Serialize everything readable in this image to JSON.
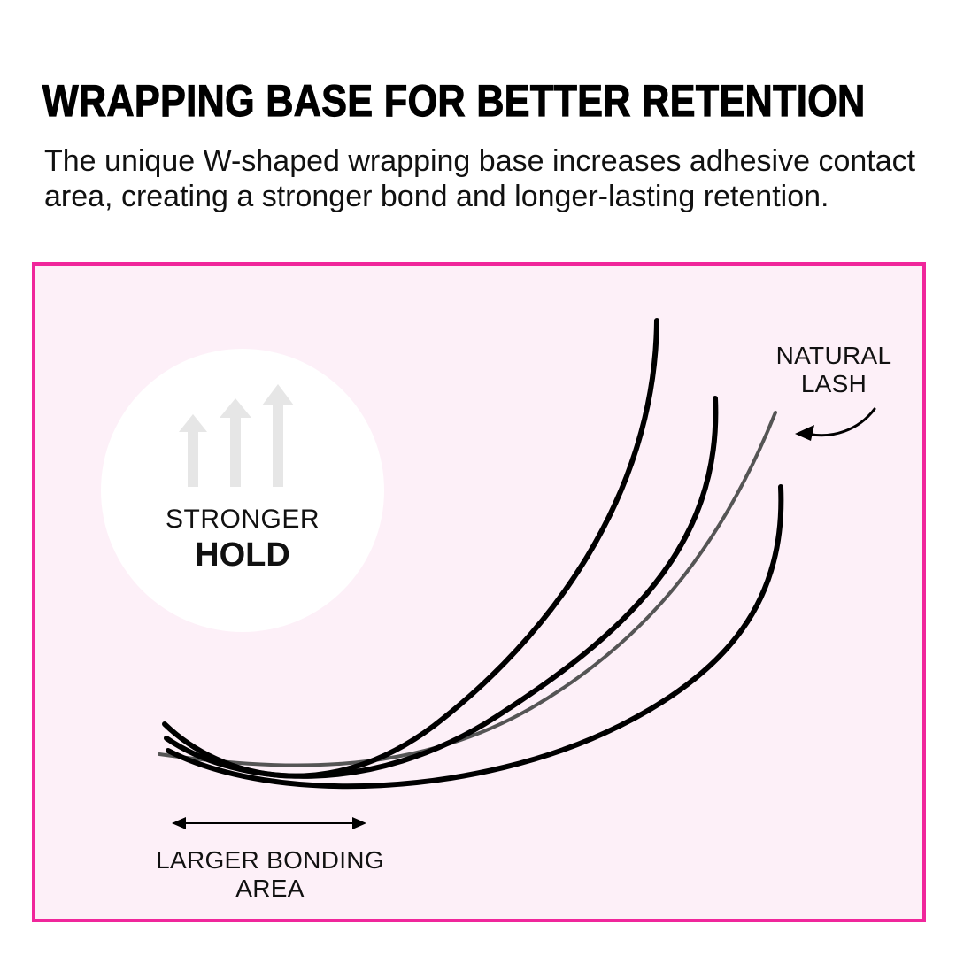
{
  "headline": "WRAPPING BASE FOR BETTER RETENTION",
  "subtext": "The unique W-shaped wrapping base increases adhesive contact area, creating a stronger bond and longer-lasting retention.",
  "badge": {
    "line1": "STRONGER",
    "line2": "HOLD",
    "icon": "three-up-arrows-icon"
  },
  "labels": {
    "natural_lash_line1": "NATURAL",
    "natural_lash_line2": "LASH",
    "bonding_line1": "LARGER BONDING",
    "bonding_line2": "AREA"
  },
  "colors": {
    "accent_border": "#f0269b",
    "panel_background": "#fdf0f8",
    "lash": "#000000",
    "natural_lash": "#555555",
    "arrow_icon": "#e6e6e6"
  }
}
